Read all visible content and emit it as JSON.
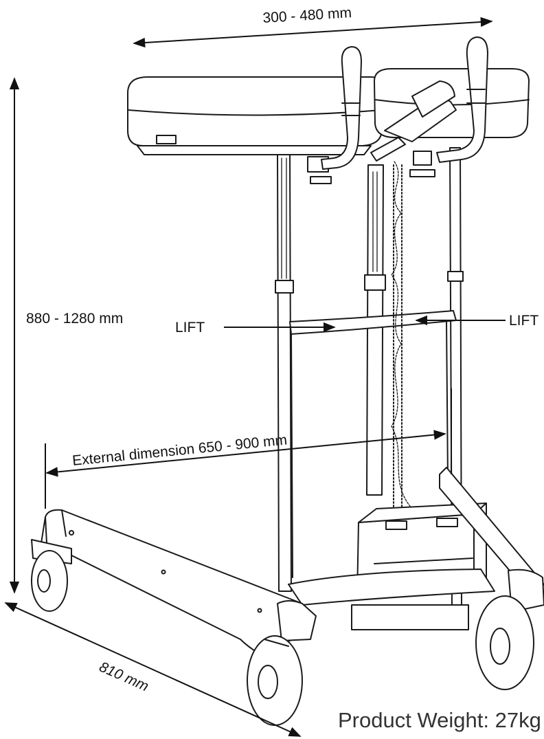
{
  "dimensions": {
    "width_range": "300 - 480 mm",
    "height_range": "880 - 1280 mm",
    "external_dimension": "External dimension 650 - 900 mm",
    "length": "810 mm"
  },
  "callouts": {
    "lift_left": "LIFT",
    "lift_right": "LIFT"
  },
  "product_weight": "Product Weight: 27kg"
}
